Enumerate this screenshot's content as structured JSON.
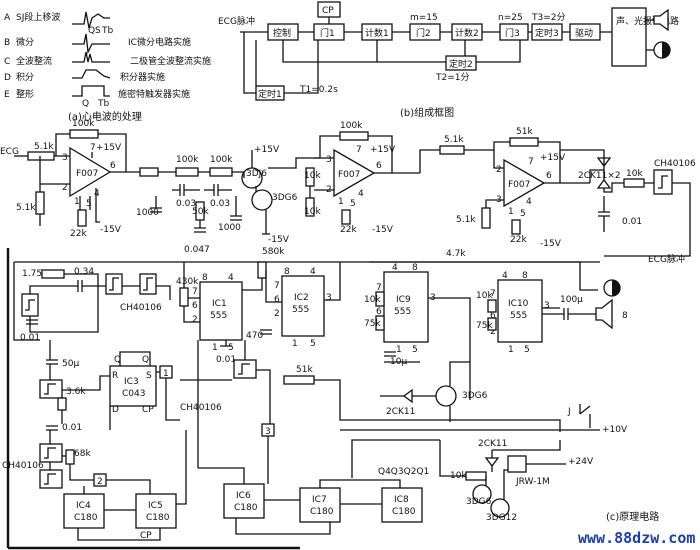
{
  "legend": {
    "items": [
      {
        "key": "A",
        "text": "SJ段上移波",
        "tags": "QSTb"
      },
      {
        "key": "B",
        "text": "微分",
        "desc": "IC微分电路实施"
      },
      {
        "key": "C",
        "text": "全波整流",
        "desc": "二极管全波整流实施"
      },
      {
        "key": "D",
        "text": "积分",
        "desc": "积分器实施"
      },
      {
        "key": "E",
        "text": "整形",
        "desc": "施密特触发器实施"
      }
    ],
    "wave_tags": [
      "Q",
      "S",
      "Tb"
    ],
    "e_tags": [
      "Q",
      "Tb"
    ],
    "caption": "(a)心电波的处理"
  },
  "block_diagram": {
    "input": "ECG脉冲",
    "blocks": {
      "control": "控制",
      "cp": "CP",
      "gate1": "门1",
      "counter1": "计数1",
      "gate2": "门2",
      "counter2": "计数2",
      "gate3": "门3",
      "timer3": "定时3",
      "drive": "驱动",
      "alarm": "声、光报警电路",
      "timer2": "定时2",
      "timer1": "定时1"
    },
    "params": {
      "m": "m=15",
      "n": "n=25",
      "t3": "T3=2分",
      "t2": "T2=1分",
      "t1": "T1=0.2s"
    },
    "caption": "(b)组成框图"
  },
  "circuit": {
    "caption": "(c)原理电路",
    "ecg_in": "ECG",
    "ecg_pulse": "ECG脉冲",
    "labels": {
      "r51k_in": "5.1k",
      "r100k_a": "100k",
      "plus15_a": "+15V",
      "op1": "F007",
      "r51k_gnd": "5.1k",
      "r22k_a": "22k",
      "minus15_a": "-15V",
      "r100k_b": "100k",
      "r100k_c": "100k",
      "c003_a": "0.03",
      "c003_b": "0.03",
      "c1000_a": "1000",
      "r50k": "50k",
      "c0047": "0.047",
      "c1000_b": "1000",
      "plus15_b": "+15V",
      "q3dj6": "3DJ6",
      "q3dg6": "3DG6",
      "minus15_b": "-15V",
      "r10k_a": "10k",
      "r10k_b": "10k",
      "r100k_d": "100k",
      "plus15_c": "+15V",
      "op2": "F007",
      "r22k_b": "22k",
      "minus15_c": "-15V",
      "r51k_c": "5.1k",
      "r51k_fb": "51k",
      "plus15_d": "+15V",
      "op3": "F007",
      "r51k_d": "5.1k",
      "r22k_c": "22k",
      "minus15_d": "-15V",
      "diodes": "2CK11×2",
      "r10k_c": "10k",
      "c001_a": "0.01",
      "schmitt1": "CH40106",
      "r175m": "1.75M",
      "c034": "0.34",
      "c001_b": "0.01",
      "schmitt2": "CH40106",
      "r430k": "430k",
      "r580k": "580k",
      "ic1": "IC1",
      "ic1_t": "555",
      "ic2": "IC2",
      "ic2_t": "555",
      "c470": "470",
      "c001_c": "0.01",
      "r47k": "4.7k",
      "r10k_d": "10k",
      "r75k_a": "75k",
      "ic9": "IC9",
      "ic9_t": "555",
      "c10u": "10μ",
      "r10k_e": "10k",
      "r75k_b": "75k",
      "ic10": "IC10",
      "ic10_t": "555",
      "c100u": "100μ",
      "spk": "8",
      "c50u": "50μ",
      "r36k": "3.6k",
      "ic3": "IC3",
      "ic3_t": "C043",
      "pin_q": "Q",
      "pin_qb": "Q",
      "pin_r": "R",
      "pin_s": "S",
      "pin_d": "D",
      "pin_cp": "CP",
      "pin_1": "1",
      "schmitt3": "CH40106",
      "r51k_e": "51k",
      "pin_3": "3",
      "c001_d": "0.01",
      "schmitt4": "CH40106",
      "r68k": "68k",
      "d2ck11_a": "2CK11",
      "q3dg6_b": "3DG6",
      "sw_j": "J",
      "plus10": "+10V",
      "d2ck11_b": "2CK11",
      "r10k_f": "10k",
      "plus24": "+24V",
      "relay": "JRW-1M",
      "q3dg6_c": "3DG6",
      "q3dg12": "3DG12",
      "q_pins": "Q4Q3Q2Q1",
      "pin_2": "2",
      "ic4": "IC4",
      "ic4_t": "C180",
      "ic5": "IC5",
      "ic5_t": "C180",
      "ic6": "IC6",
      "ic6_t": "C180",
      "ic7": "IC7",
      "ic7_t": "C180",
      "ic8": "IC8",
      "ic8_t": "C180",
      "cp_b": "CP",
      "pin8_a": "8",
      "pin4_a": "4",
      "pin7_a": "7",
      "pin6_a": "6",
      "pin2_a": "2",
      "pin1_a": "1",
      "pin5_a": "5",
      "pin8_b": "8",
      "pin4_b": "4",
      "pin7_b": "7",
      "pin6_b": "6",
      "pin2_b": "2",
      "pin1_b": "1",
      "pin5_b": "5",
      "pin3_b": "3",
      "pin4_c": "4",
      "pin8_c": "8",
      "pin7_c": "7",
      "pin6_c": "6",
      "pin2_c": "2",
      "pin1_c": "1",
      "pin5_c": "5",
      "pin3_c": "3",
      "pin4_d": "4",
      "pin8_d": "8",
      "pin7_d": "7",
      "pin6_d": "6",
      "pin2_d": "2",
      "pin1_d": "1",
      "pin5_d": "5",
      "pin3_d": "3",
      "op_p3_a": "3",
      "op_p2_a": "2",
      "op_p6_a": "6",
      "op_p7_a": "7",
      "op_p4_a": "4",
      "op_p1_a": "1",
      "op_p5_a": "5",
      "op_p3_b": "3",
      "op_p2_b": "2",
      "op_p6_b": "6",
      "op_p7_b": "7",
      "op_p4_b": "4",
      "op_p1_b": "1",
      "op_p5_b": "5",
      "op_p3_c": "3",
      "op_p2_c": "2",
      "op_p6_c": "6",
      "op_p7_c": "7",
      "op_p4_c": "4",
      "op_p1_c": "1",
      "op_p5_c": "5"
    }
  },
  "watermark": "www.88dzw.com"
}
